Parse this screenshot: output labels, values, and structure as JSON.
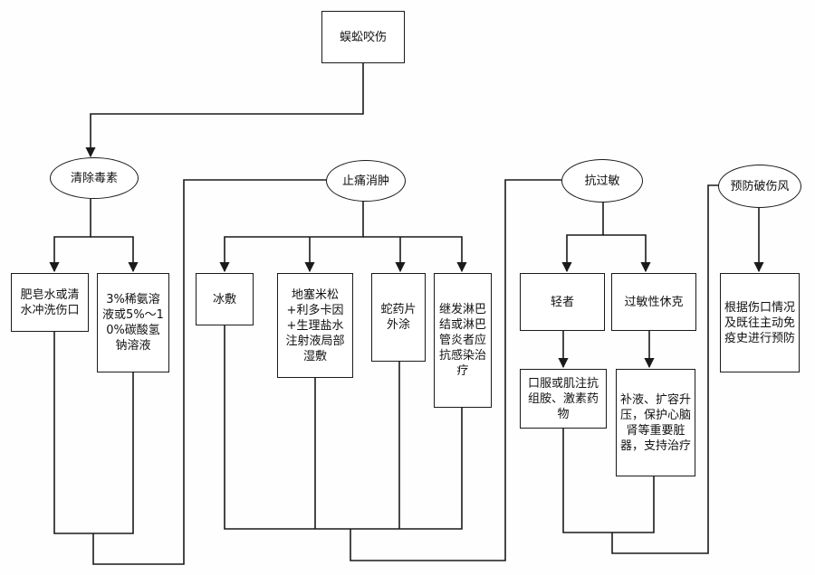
{
  "root": {
    "label": "蜈蚣咬伤"
  },
  "categories": [
    {
      "label": "清除毒素"
    },
    {
      "label": "止痛消肿"
    },
    {
      "label": "抗过敏"
    },
    {
      "label": "预防破伤风"
    }
  ],
  "actions": {
    "soap_water": "肥皂水或清水冲洗伤口",
    "ammonia": "3%稀氨溶液或5%～10%碳酸氢钠溶液",
    "ice": "冰敷",
    "injection": "地塞米松+利多卡因+生理盐水注射液局部湿敷",
    "snake_medicine": "蛇药片外涂",
    "anti_infection": "继发淋巴结或淋巴管炎者应抗感染治疗",
    "mild": "轻者",
    "shock": "过敏性休克",
    "antihistamine": "口服或肌注抗组胺、激素药物",
    "fluid": "补液、扩容升压，保护心脑肾等重要脏器，支持治疗",
    "tetanus": "根据伤口情况及既往主动免疫史进行预防"
  }
}
